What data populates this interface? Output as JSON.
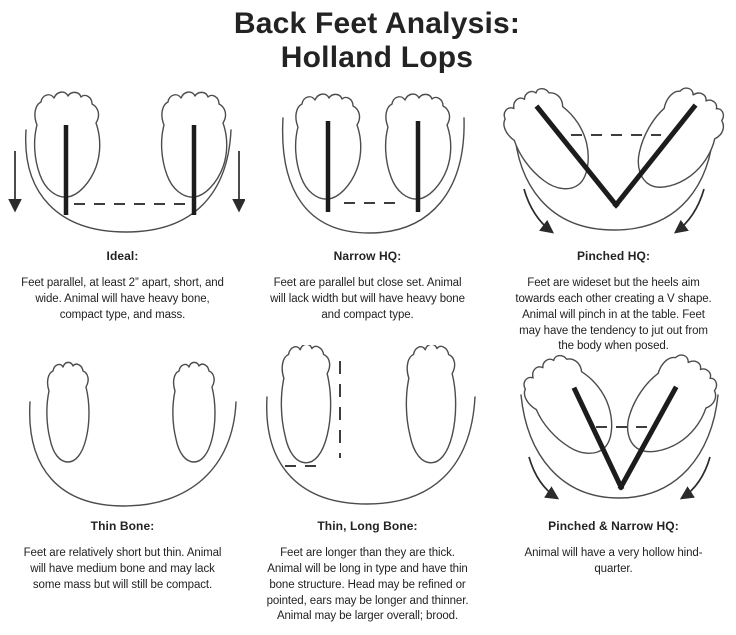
{
  "title": {
    "line1": "Back Feet Analysis:",
    "line2": "Holland Lops"
  },
  "panels": [
    {
      "id": "ideal",
      "heading": "Ideal:",
      "description": "Feet parallel, at least 2” apart, short, and wide. Animal will have heavy bone, compact type, and mass."
    },
    {
      "id": "narrow-hq",
      "heading": "Narrow HQ:",
      "description": "Feet are parallel but close set. Animal will lack width but will have heavy bone and compact type."
    },
    {
      "id": "pinched-hq",
      "heading": "Pinched HQ:",
      "description": "Feet are wideset but the heels aim towards each other creating a V shape. Animal will pinch in at the table. Feet may have the tendency to jut out from the body when posed."
    },
    {
      "id": "thin-bone",
      "heading": "Thin Bone:",
      "description": "Feet are relatively short but thin. Animal will have medium bone and may lack some mass but will still be compact."
    },
    {
      "id": "thin-long-bone",
      "heading": "Thin, Long Bone:",
      "description": "Feet are longer than they are thick. Animal will be long in type and have thin bone structure. Head may be refined or pointed, ears may be longer and thinner. Animal may be larger overall; brood."
    },
    {
      "id": "pinched-narrow-hq",
      "heading": "Pinched & Narrow HQ:",
      "description": "Animal will have a very hollow hind-quarter."
    }
  ],
  "colors": {
    "ink": "#232323",
    "outline": "#4c4c4c",
    "background": "#ffffff"
  }
}
